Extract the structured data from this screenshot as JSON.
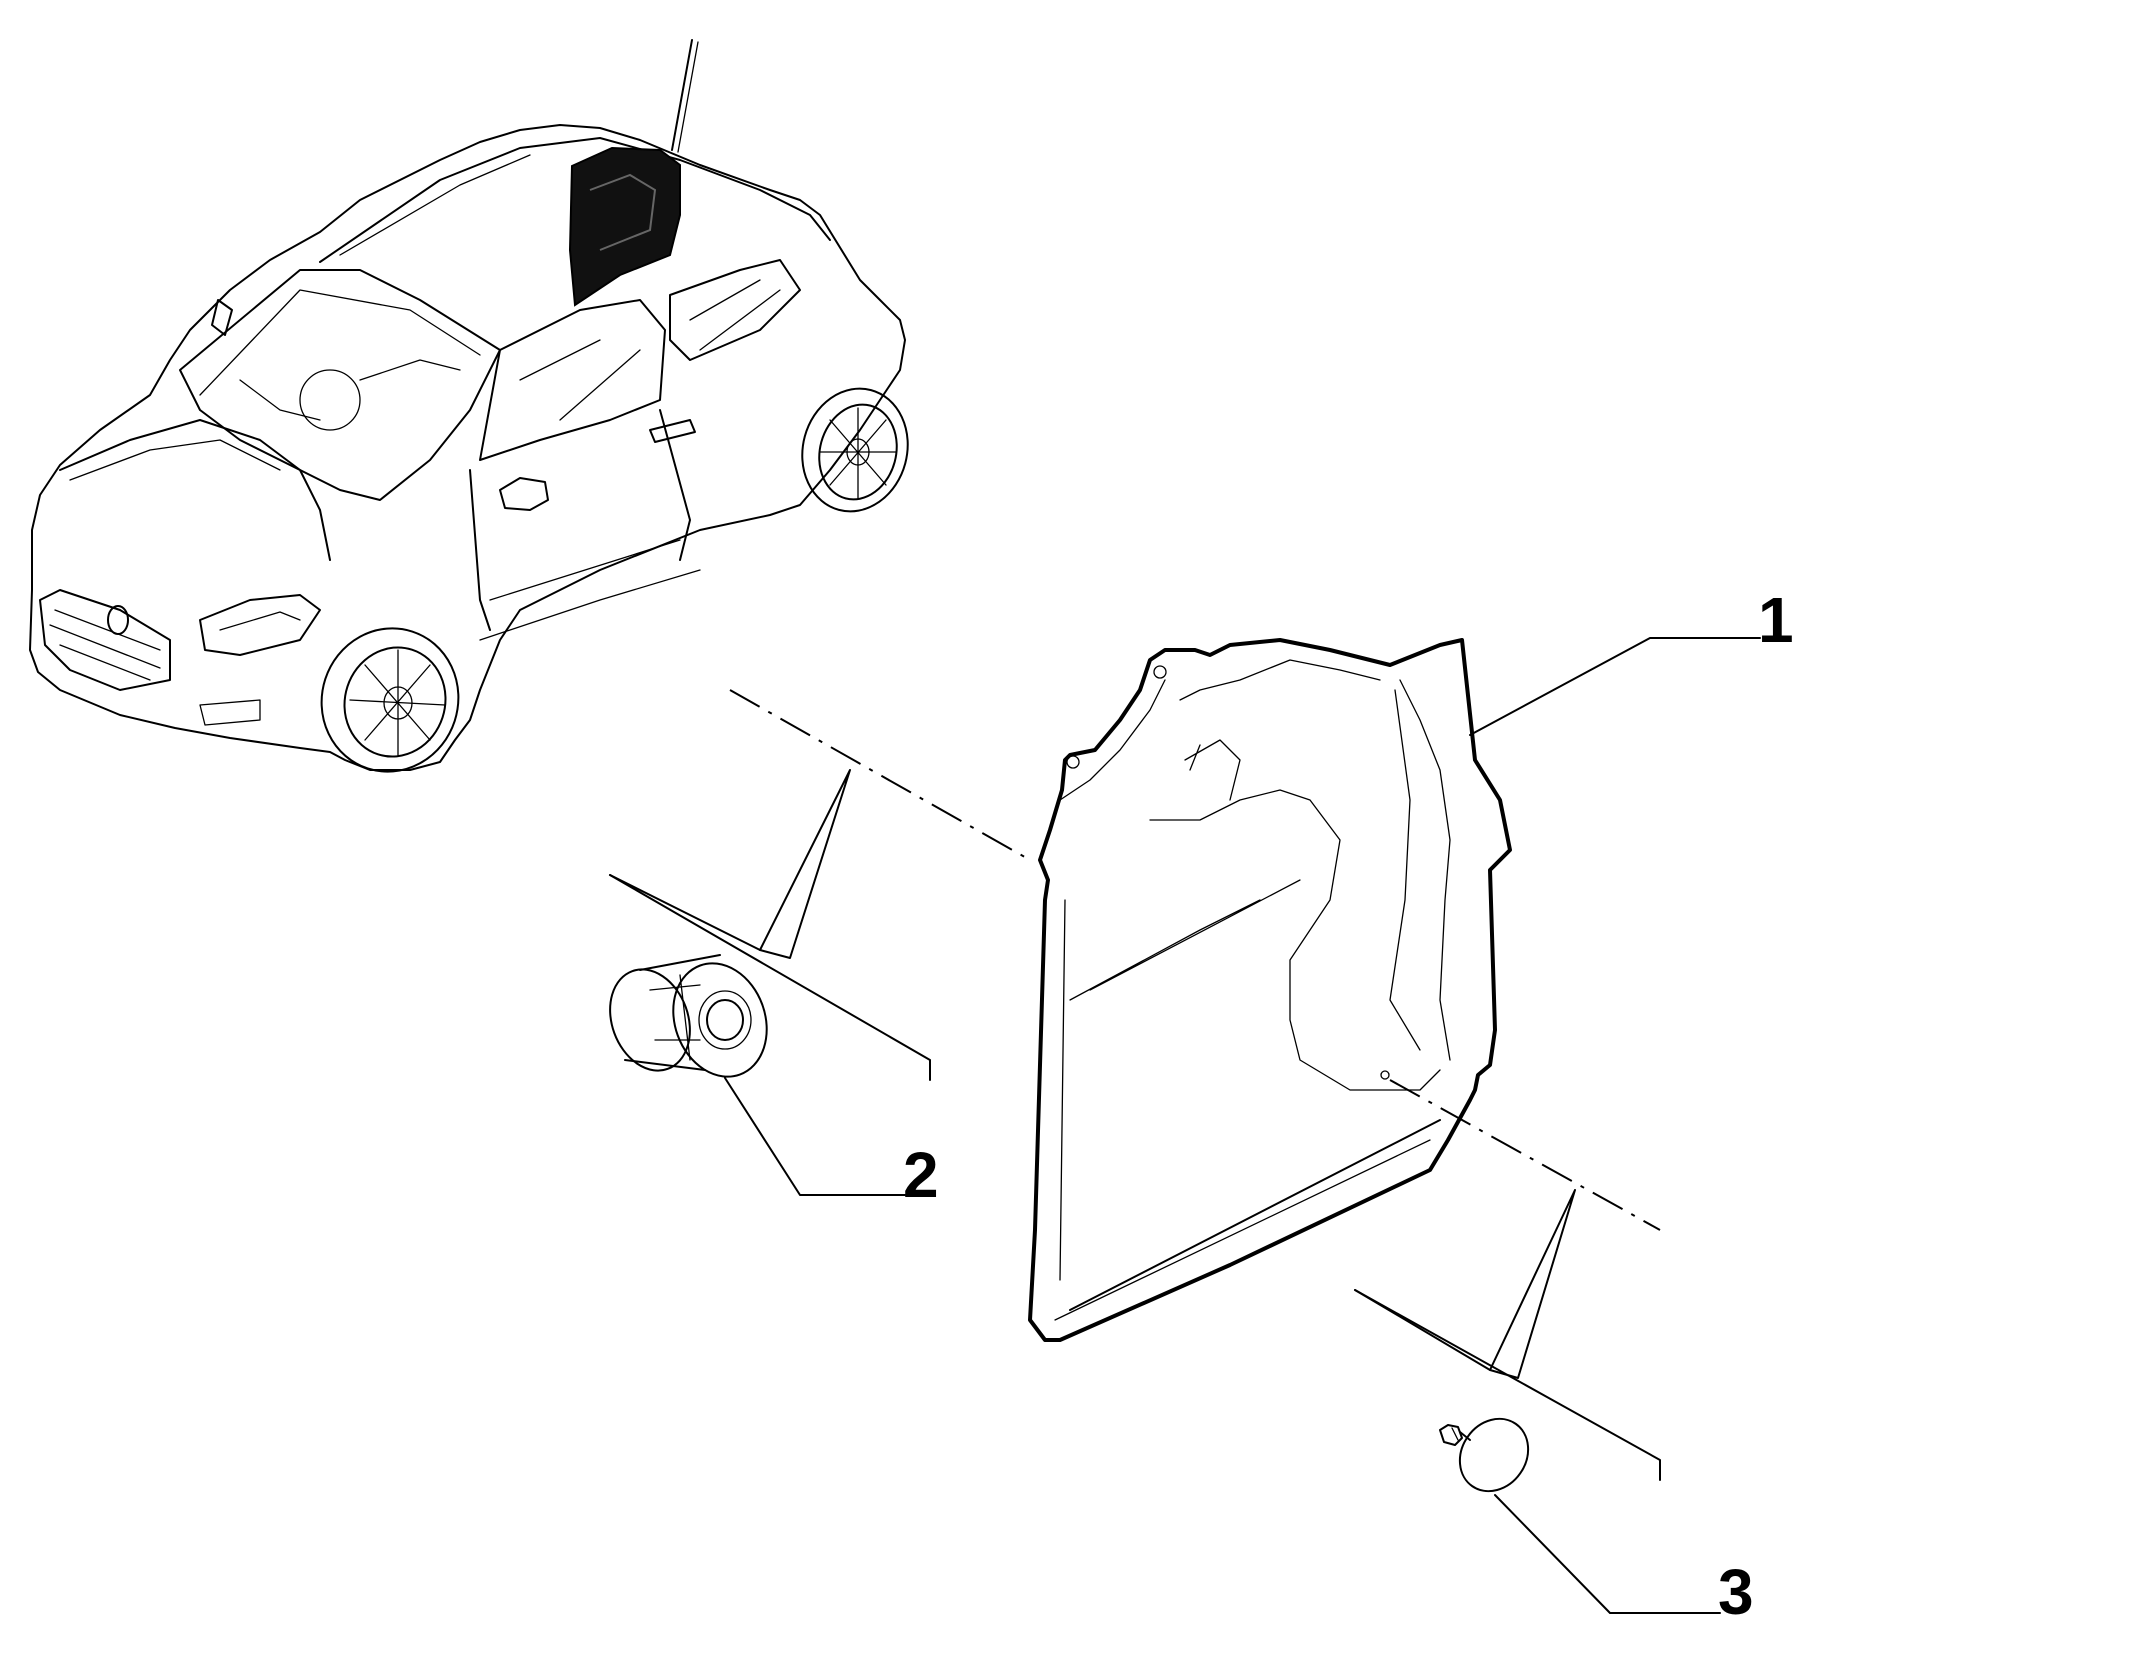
{
  "callouts": [
    {
      "id": "1",
      "label": "1"
    },
    {
      "id": "2",
      "label": "2"
    },
    {
      "id": "3",
      "label": "3"
    }
  ],
  "colors": {
    "line": "#000000",
    "background": "#ffffff",
    "highlight": "#111111"
  },
  "parts": [
    "car-location-view",
    "trim-panel",
    "spacer-bush",
    "push-clip"
  ]
}
